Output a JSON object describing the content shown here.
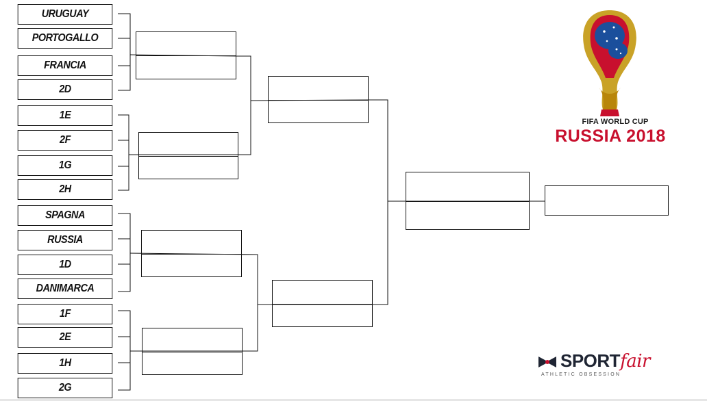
{
  "teams": [
    {
      "name": "URUGUAY"
    },
    {
      "name": "PORTOGALLO"
    },
    {
      "name": "FRANCIA"
    },
    {
      "name": "2D"
    },
    {
      "name": "1E"
    },
    {
      "name": "2F"
    },
    {
      "name": "1G"
    },
    {
      "name": "2H"
    },
    {
      "name": "SPAGNA"
    },
    {
      "name": "RUSSIA"
    },
    {
      "name": "1D"
    },
    {
      "name": "DANIMARCA"
    },
    {
      "name": "1F"
    },
    {
      "name": "2E"
    },
    {
      "name": "1H"
    },
    {
      "name": "2G"
    }
  ],
  "logos": {
    "worldcup_line1": "FIFA WORLD CUP",
    "worldcup_line2": "RUSSIA 2018",
    "sponsor_name_a": "SPORT",
    "sponsor_name_b": "fair",
    "sponsor_tagline": "ATHLETIC OBSESSION"
  },
  "colors": {
    "line": "#111111",
    "accent_red": "#c8102e",
    "trophy_gold": "#c9a227",
    "trophy_blue": "#1b4f9c",
    "dark": "#1f2533"
  }
}
